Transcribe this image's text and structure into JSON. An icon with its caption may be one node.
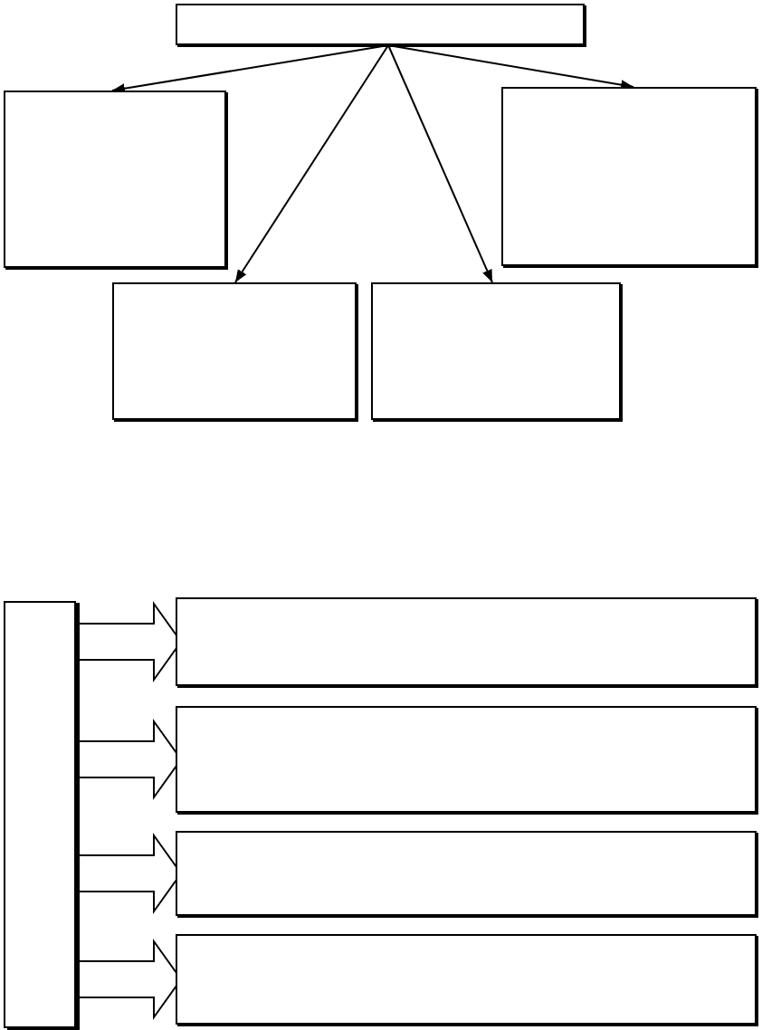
{
  "diagram": {
    "nodes": [
      {
        "text": [],
        "shape": "box"
      },
      {
        "text": [],
        "shape": "box"
      },
      {
        "text": [],
        "shape": "box"
      },
      {
        "text": [],
        "shape": "box"
      },
      {
        "text": [],
        "shape": "box"
      },
      {
        "text": [],
        "shape": "bar"
      },
      {
        "text": [],
        "shape": "box"
      },
      {
        "text": [],
        "shape": "box"
      },
      {
        "text": [],
        "shape": "box"
      },
      {
        "text": [],
        "shape": "box"
      }
    ],
    "edges": [
      {
        "from": 0,
        "to": 1,
        "arrow": "to"
      },
      {
        "from": 0,
        "to": 3,
        "arrow": "to"
      },
      {
        "from": 0,
        "to": 4,
        "arrow": "to"
      },
      {
        "from": 0,
        "to": 2,
        "arrow": "to"
      },
      {
        "from": 5,
        "to": 6,
        "arrow": "to",
        "style": "thick"
      },
      {
        "from": 5,
        "to": 7,
        "arrow": "to",
        "style": "thick"
      },
      {
        "from": 5,
        "to": 8,
        "arrow": "to",
        "style": "thick"
      },
      {
        "from": 5,
        "to": 9,
        "arrow": "to",
        "style": "thick"
      }
    ]
  }
}
